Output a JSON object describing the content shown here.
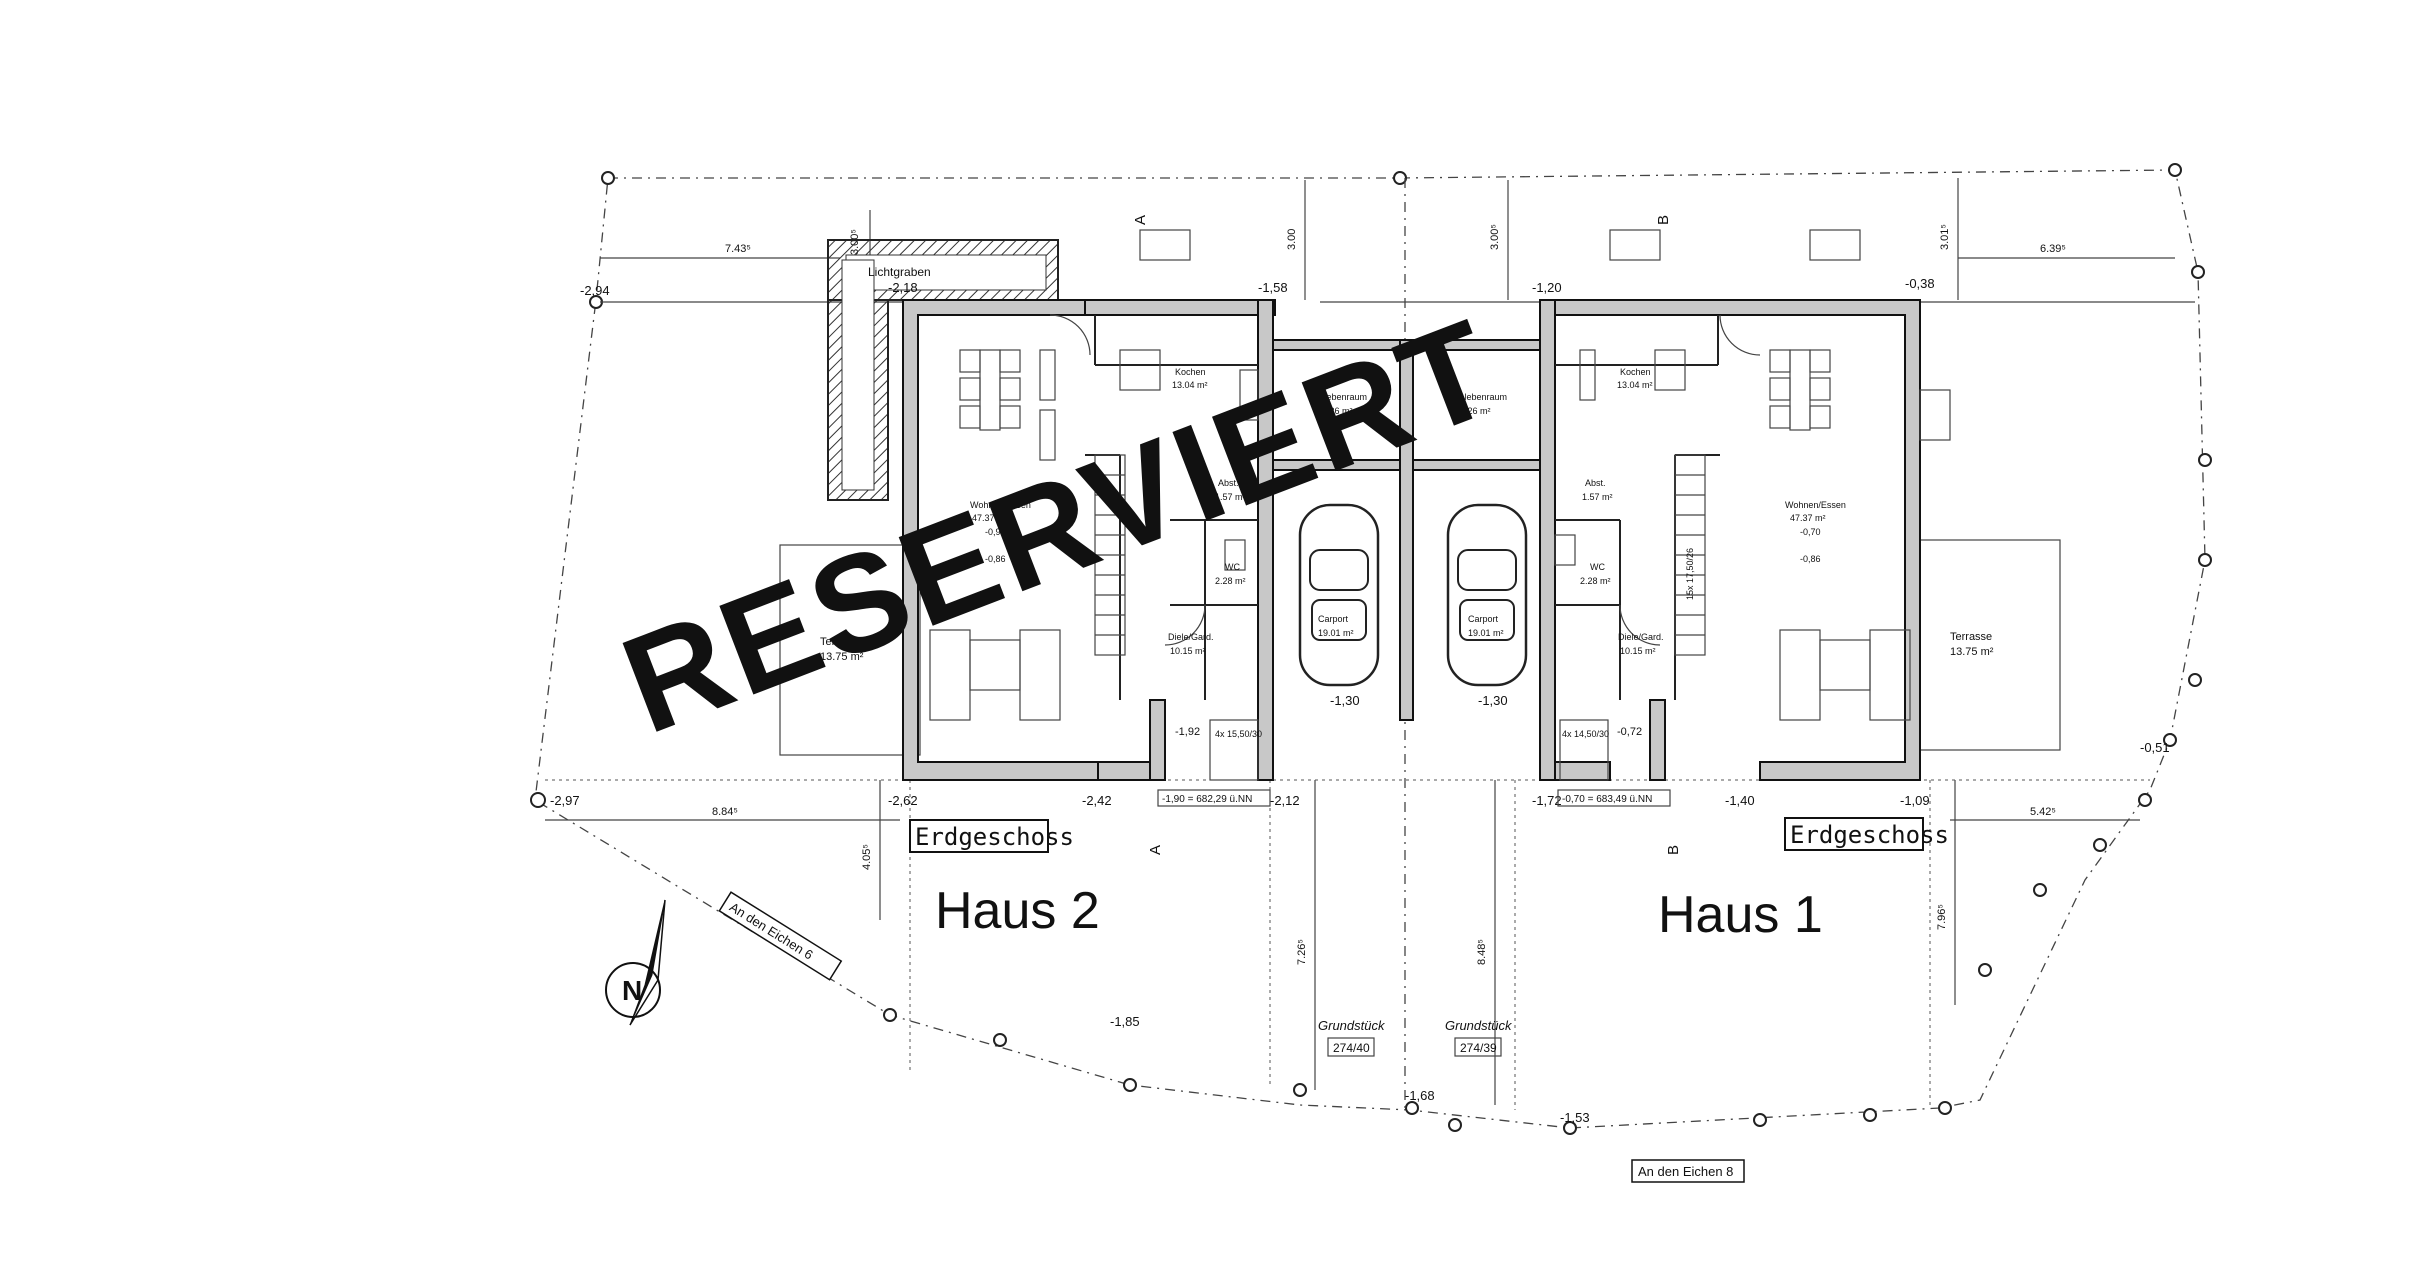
{
  "stamp": "RESERVIERT",
  "houses": [
    {
      "name": "Haus 2",
      "floor_label": "Erdgeschoss"
    },
    {
      "name": "Haus 1",
      "floor_label": "Erdgeschoss"
    }
  ],
  "streets": [
    "An den Eichen 6",
    "An den Eichen 8"
  ],
  "north": "N",
  "parcels": [
    {
      "label": "Grundstück",
      "number": "274/40"
    },
    {
      "label": "Grundstück",
      "number": "274/39"
    }
  ],
  "rooms_h2": {
    "kochen": [
      "Kochen",
      "13.04 m²"
    ],
    "neben": [
      "Nebenraum",
      "9.26 m²"
    ],
    "wohnen": [
      "Wohnen/Essen",
      "47.37 m²",
      "-0,90",
      "-0,86"
    ],
    "abst": [
      "Abst.",
      "1.57 m²"
    ],
    "wc": [
      "WC",
      "2.28 m²"
    ],
    "diele": [
      "Diele/Gard.",
      "10.15 m²"
    ],
    "carport": [
      "Carport",
      "19.01 m²"
    ],
    "terrasse": [
      "Terrasse",
      "13.75 m²"
    ],
    "lichtgraben": "Lichtgraben"
  },
  "rooms_h1": {
    "kochen": [
      "Kochen",
      "13.04 m²"
    ],
    "neben": [
      "Nebenraum",
      "9.26 m²"
    ],
    "wohnen": [
      "Wohnen/Essen",
      "47.37 m²",
      "-0,70",
      "-0,86"
    ],
    "abst": [
      "Abst.",
      "1.57 m²"
    ],
    "wc": [
      "WC",
      "2.28 m²"
    ],
    "diele": [
      "Diele/Gard.",
      "10.15 m²"
    ],
    "carport": [
      "Carport",
      "19.01 m²"
    ],
    "terrasse": [
      "Terrasse",
      "13.75 m²"
    ]
  },
  "levels": {
    "nw": "-2,94",
    "lichtgraben": "-2,18",
    "h2_ne": "-1,58",
    "h1_nw": "-1,20",
    "h1_ne": "-0,38",
    "west": "-2,97",
    "h2_sw": "-2,62",
    "h2_se1": "-2,42",
    "h2_se2": "-2,12",
    "h2_carport": "-1,30",
    "h1_carport": "-1,30",
    "h1_sw": "-1,72",
    "h1_se1": "-1,40",
    "h1_se2": "-1,09",
    "east": "-0,51",
    "street_w": "-1,85",
    "street_mid": "-1,68",
    "street_e": "-1,53",
    "h2_entry": "-1,92",
    "h1_entry": "-0,72"
  },
  "nn": [
    "-1,90 = 682,29 ü.NN",
    "-0,70 = 683,49 ü.NN"
  ],
  "dims": {
    "d743": "7.43⁵",
    "d300a": "3.00⁵",
    "d300b": "3.00",
    "d300c": "3.00⁵",
    "d301": "3.01⁵",
    "d639": "6.39⁵",
    "d884": "8.84⁵",
    "d405": "4.05⁵",
    "d726": "7.26⁵",
    "d848": "8.48⁵",
    "d542": "5.42⁵",
    "d796": "7.96⁵"
  },
  "stairs": [
    "4x 15,50/30",
    "4x 14,50/30",
    "15x 17,50/26"
  ],
  "section_marks": [
    "A",
    "A",
    "B",
    "B"
  ]
}
